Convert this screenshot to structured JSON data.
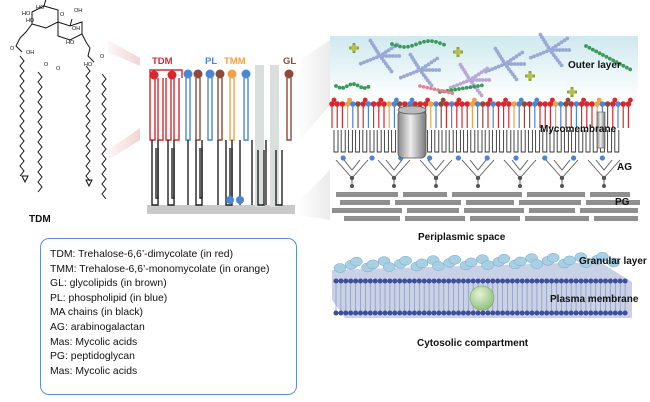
{
  "molecule": {
    "label": "TDM"
  },
  "model": {
    "tdm_label": "TDM",
    "pl_label": "PL",
    "tmm_label": "TMM",
    "gl_label": "GL",
    "colors": {
      "tdm": "#d9272e",
      "pl": "#4a86d4",
      "tmm": "#f0a24a",
      "gl": "#8e4a3a",
      "chain": "#222222"
    }
  },
  "envelope": {
    "outer_layer": "Outer layer",
    "mycomembrane": "Mycomembrane",
    "ag": "AG",
    "pg": "PG",
    "periplasmic": "Periplasmic space",
    "granular": "Granular layer",
    "plasma": "Plasma membrane",
    "cytosolic": "Cytosolic compartment"
  },
  "legend": {
    "items": [
      "TDM: Trehalose-6,6’-dimycolate (in red)",
      "TMM: Trehalose-6,6’-monomycolate (in orange)",
      "GL: glycolipids (in brown)",
      "PL: phospholipid (in blue)",
      "MA chains (in black)",
      "AG: arabinogalactan",
      "Mas: Mycolic acids",
      "PG: peptidoglycan",
      "Mas: Mycolic acids"
    ]
  }
}
